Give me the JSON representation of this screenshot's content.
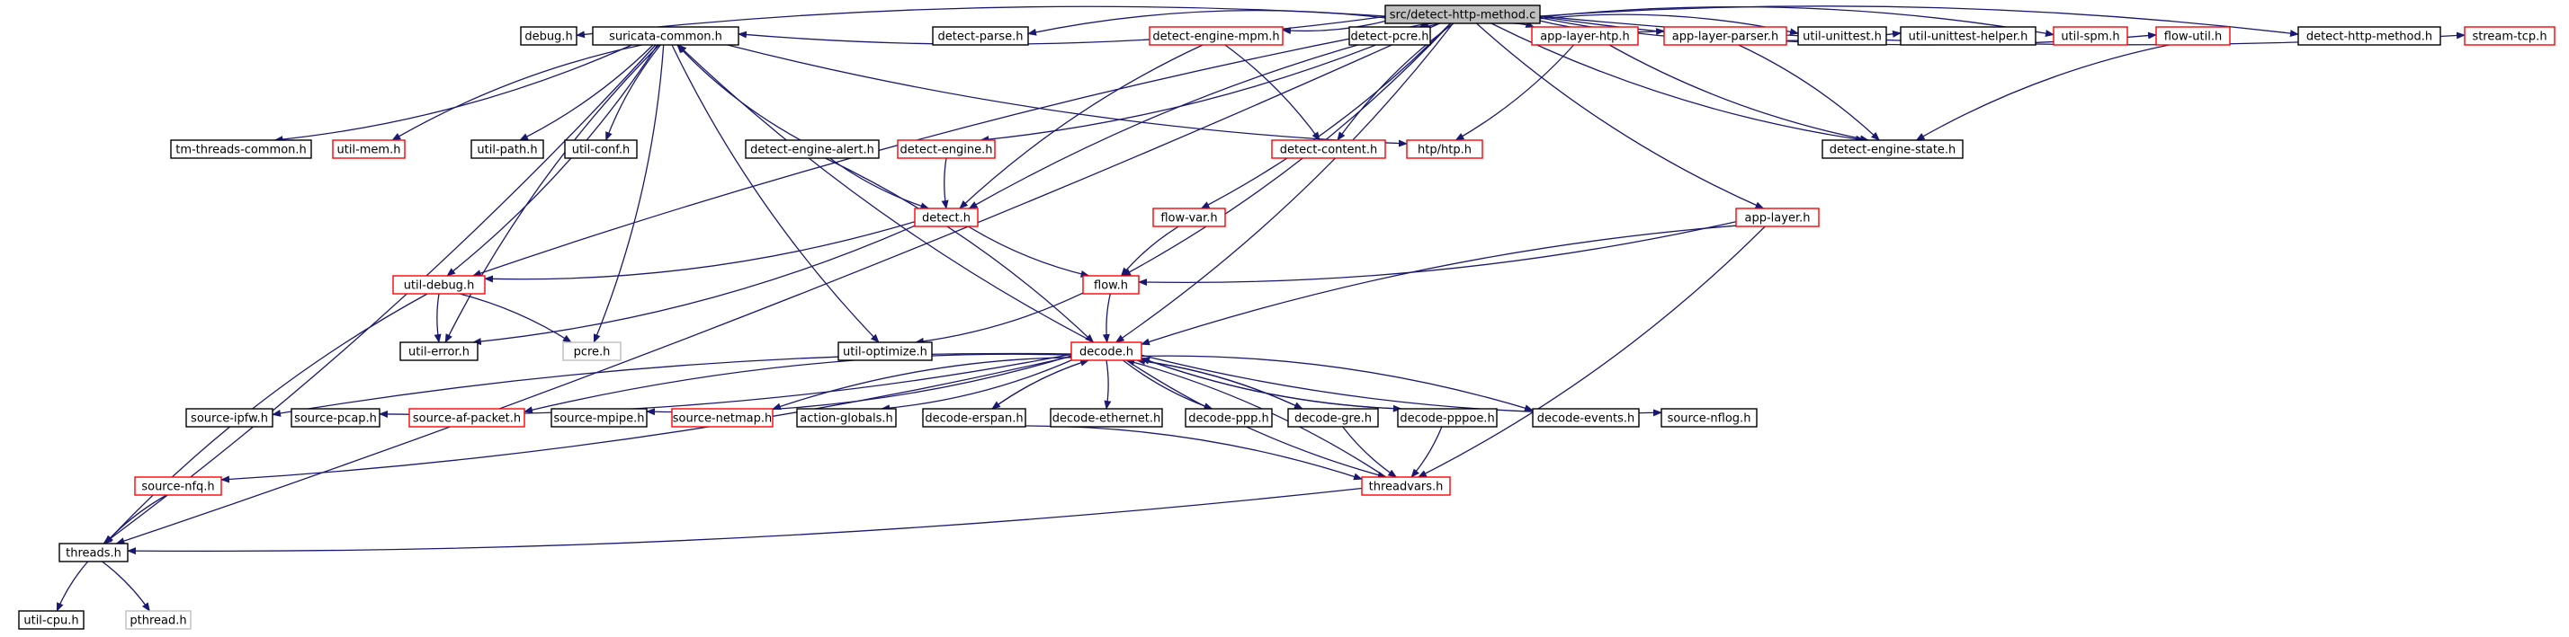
{
  "graph": {
    "title": "src/detect-http-method.c",
    "colors": {
      "edge": "#191970",
      "normal_border": "#000000",
      "incomplete_border": "#ff0000",
      "external_border": "#bfbfbf",
      "root_fill": "#bfbfbf",
      "node_fill": "#ffffff",
      "external_text": "#9a9a9a"
    },
    "nodes": [
      {
        "id": "root",
        "label": "src/detect-http-method.c",
        "kind": "root"
      },
      {
        "id": "debug",
        "label": "debug.h",
        "kind": "normal"
      },
      {
        "id": "suricata_common",
        "label": "suricata-common.h",
        "kind": "normal"
      },
      {
        "id": "detect_parse",
        "label": "detect-parse.h",
        "kind": "normal"
      },
      {
        "id": "detect_engine_mpm",
        "label": "detect-engine-mpm.h",
        "kind": "incomplete"
      },
      {
        "id": "detect_pcre",
        "label": "detect-pcre.h",
        "kind": "normal"
      },
      {
        "id": "app_layer_htp",
        "label": "app-layer-htp.h",
        "kind": "incomplete"
      },
      {
        "id": "app_layer_parser",
        "label": "app-layer-parser.h",
        "kind": "incomplete"
      },
      {
        "id": "util_unittest",
        "label": "util-unittest.h",
        "kind": "normal"
      },
      {
        "id": "util_unittest_helper",
        "label": "util-unittest-helper.h",
        "kind": "normal"
      },
      {
        "id": "util_spm",
        "label": "util-spm.h",
        "kind": "incomplete"
      },
      {
        "id": "flow_util",
        "label": "flow-util.h",
        "kind": "incomplete"
      },
      {
        "id": "detect_http_method_h",
        "label": "detect-http-method.h",
        "kind": "normal"
      },
      {
        "id": "stream_tcp",
        "label": "stream-tcp.h",
        "kind": "incomplete"
      },
      {
        "id": "tm_threads_common",
        "label": "tm-threads-common.h",
        "kind": "normal"
      },
      {
        "id": "util_mem",
        "label": "util-mem.h",
        "kind": "incomplete"
      },
      {
        "id": "util_path",
        "label": "util-path.h",
        "kind": "normal"
      },
      {
        "id": "util_conf",
        "label": "util-conf.h",
        "kind": "normal"
      },
      {
        "id": "detect_engine_alert",
        "label": "detect-engine-alert.h",
        "kind": "normal"
      },
      {
        "id": "detect_engine",
        "label": "detect-engine.h",
        "kind": "incomplete"
      },
      {
        "id": "detect_content",
        "label": "detect-content.h",
        "kind": "incomplete"
      },
      {
        "id": "htp_htp",
        "label": "htp/htp.h",
        "kind": "incomplete"
      },
      {
        "id": "detect_engine_state",
        "label": "detect-engine-state.h",
        "kind": "normal"
      },
      {
        "id": "detect_h",
        "label": "detect.h",
        "kind": "incomplete"
      },
      {
        "id": "flow_var",
        "label": "flow-var.h",
        "kind": "incomplete"
      },
      {
        "id": "app_layer",
        "label": "app-layer.h",
        "kind": "incomplete"
      },
      {
        "id": "util_debug",
        "label": "util-debug.h",
        "kind": "incomplete"
      },
      {
        "id": "flow_h",
        "label": "flow.h",
        "kind": "incomplete"
      },
      {
        "id": "util_error",
        "label": "util-error.h",
        "kind": "normal"
      },
      {
        "id": "pcre",
        "label": "pcre.h",
        "kind": "external"
      },
      {
        "id": "util_optimize",
        "label": "util-optimize.h",
        "kind": "normal"
      },
      {
        "id": "decode",
        "label": "decode.h",
        "kind": "incomplete"
      },
      {
        "id": "source_ipfw",
        "label": "source-ipfw.h",
        "kind": "normal"
      },
      {
        "id": "source_pcap",
        "label": "source-pcap.h",
        "kind": "normal"
      },
      {
        "id": "source_af_packet",
        "label": "source-af-packet.h",
        "kind": "incomplete"
      },
      {
        "id": "source_mpipe",
        "label": "source-mpipe.h",
        "kind": "normal"
      },
      {
        "id": "source_netmap",
        "label": "source-netmap.h",
        "kind": "incomplete"
      },
      {
        "id": "action_globals",
        "label": "action-globals.h",
        "kind": "normal"
      },
      {
        "id": "decode_erspan",
        "label": "decode-erspan.h",
        "kind": "normal"
      },
      {
        "id": "decode_ethernet",
        "label": "decode-ethernet.h",
        "kind": "normal"
      },
      {
        "id": "decode_ppp",
        "label": "decode-ppp.h",
        "kind": "normal"
      },
      {
        "id": "decode_gre",
        "label": "decode-gre.h",
        "kind": "normal"
      },
      {
        "id": "decode_pppoe",
        "label": "decode-pppoe.h",
        "kind": "normal"
      },
      {
        "id": "decode_events",
        "label": "decode-events.h",
        "kind": "normal"
      },
      {
        "id": "source_nflog",
        "label": "source-nflog.h",
        "kind": "normal"
      },
      {
        "id": "source_nfq",
        "label": "source-nfq.h",
        "kind": "incomplete"
      },
      {
        "id": "threadvars",
        "label": "threadvars.h",
        "kind": "incomplete"
      },
      {
        "id": "threads",
        "label": "threads.h",
        "kind": "normal"
      },
      {
        "id": "util_cpu",
        "label": "util-cpu.h",
        "kind": "normal"
      },
      {
        "id": "pthread",
        "label": "pthread.h",
        "kind": "external"
      }
    ],
    "edges": [
      [
        "root",
        "debug"
      ],
      [
        "root",
        "suricata_common"
      ],
      [
        "root",
        "detect_parse"
      ],
      [
        "root",
        "detect_engine_mpm"
      ],
      [
        "root",
        "detect_pcre"
      ],
      [
        "root",
        "app_layer_htp"
      ],
      [
        "root",
        "app_layer_parser"
      ],
      [
        "root",
        "util_unittest"
      ],
      [
        "root",
        "util_unittest_helper"
      ],
      [
        "root",
        "util_spm"
      ],
      [
        "root",
        "flow_util"
      ],
      [
        "root",
        "detect_http_method_h"
      ],
      [
        "root",
        "stream_tcp"
      ],
      [
        "root",
        "threads"
      ],
      [
        "root",
        "util_debug"
      ],
      [
        "root",
        "detect_engine"
      ],
      [
        "root",
        "detect_h"
      ],
      [
        "root",
        "flow_h"
      ],
      [
        "root",
        "detect_content"
      ],
      [
        "root",
        "flow_var"
      ],
      [
        "root",
        "app_layer"
      ],
      [
        "root",
        "decode"
      ],
      [
        "root",
        "detect_engine_state"
      ],
      [
        "suricata_common",
        "tm_threads_common"
      ],
      [
        "suricata_common",
        "util_mem"
      ],
      [
        "suricata_common",
        "util_path"
      ],
      [
        "suricata_common",
        "util_conf"
      ],
      [
        "suricata_common",
        "util_debug"
      ],
      [
        "suricata_common",
        "util_error"
      ],
      [
        "suricata_common",
        "pcre"
      ],
      [
        "suricata_common",
        "util_optimize"
      ],
      [
        "suricata_common",
        "threads"
      ],
      [
        "suricata_common",
        "htp_htp"
      ],
      [
        "detect_engine_mpm",
        "detect_content"
      ],
      [
        "detect_engine_mpm",
        "detect_h"
      ],
      [
        "app_layer_htp",
        "htp_htp"
      ],
      [
        "app_layer_htp",
        "detect_engine_state"
      ],
      [
        "app_layer_parser",
        "detect_engine_state"
      ],
      [
        "flow_util",
        "detect_engine_state"
      ],
      [
        "detect_engine_alert",
        "suricata_common"
      ],
      [
        "detect_engine_alert",
        "detect_h"
      ],
      [
        "detect_engine_alert",
        "decode"
      ],
      [
        "detect_engine",
        "detect_h"
      ],
      [
        "detect_h",
        "util_debug"
      ],
      [
        "detect_h",
        "flow_h"
      ],
      [
        "detect_h",
        "util_error"
      ],
      [
        "flow_var",
        "flow_h"
      ],
      [
        "app_layer",
        "flow_h"
      ],
      [
        "app_layer",
        "decode"
      ],
      [
        "app_layer",
        "threadvars"
      ],
      [
        "util_debug",
        "util_error"
      ],
      [
        "util_debug",
        "pcre"
      ],
      [
        "util_debug",
        "threads"
      ],
      [
        "flow_h",
        "util_optimize"
      ],
      [
        "flow_h",
        "decode"
      ],
      [
        "decode",
        "suricata_common"
      ],
      [
        "decode",
        "source_ipfw"
      ],
      [
        "decode",
        "source_pcap"
      ],
      [
        "decode",
        "source_af_packet"
      ],
      [
        "decode",
        "source_mpipe"
      ],
      [
        "decode",
        "source_netmap"
      ],
      [
        "decode",
        "action_globals"
      ],
      [
        "decode",
        "decode_erspan"
      ],
      [
        "decode",
        "decode_ethernet"
      ],
      [
        "decode",
        "decode_ppp"
      ],
      [
        "decode",
        "decode_gre"
      ],
      [
        "decode",
        "decode_pppoe"
      ],
      [
        "decode",
        "decode_events"
      ],
      [
        "decode",
        "source_nflog"
      ],
      [
        "decode",
        "source_nfq"
      ],
      [
        "decode",
        "threadvars"
      ],
      [
        "decode_erspan",
        "decode"
      ],
      [
        "decode_gre",
        "decode"
      ],
      [
        "decode_pppoe",
        "decode"
      ],
      [
        "threadvars",
        "decode"
      ],
      [
        "decode_erspan",
        "threadvars"
      ],
      [
        "decode_gre",
        "threadvars"
      ],
      [
        "decode_pppoe",
        "threadvars"
      ],
      [
        "source_nfq",
        "threads"
      ],
      [
        "threadvars",
        "threads"
      ],
      [
        "threads",
        "util_cpu"
      ],
      [
        "threads",
        "pthread"
      ]
    ]
  }
}
